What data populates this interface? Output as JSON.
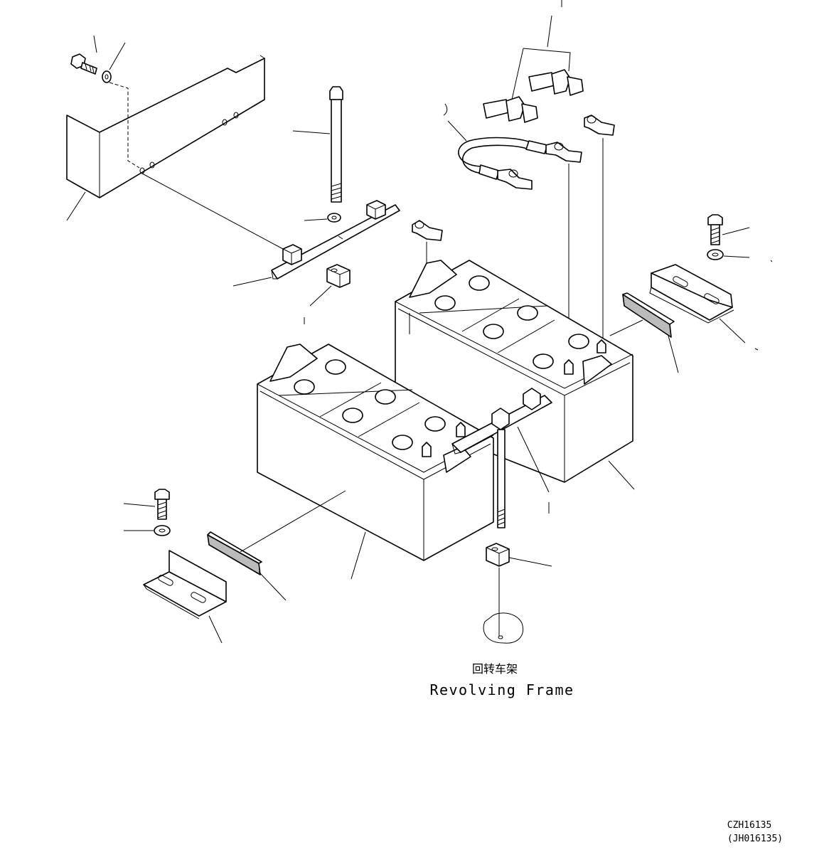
{
  "labels": {
    "frame_cn": "回转车架",
    "frame_en": "Revolving Frame",
    "drawing_no": "CZH16135",
    "drawing_no_alt": "(JH016135)"
  }
}
